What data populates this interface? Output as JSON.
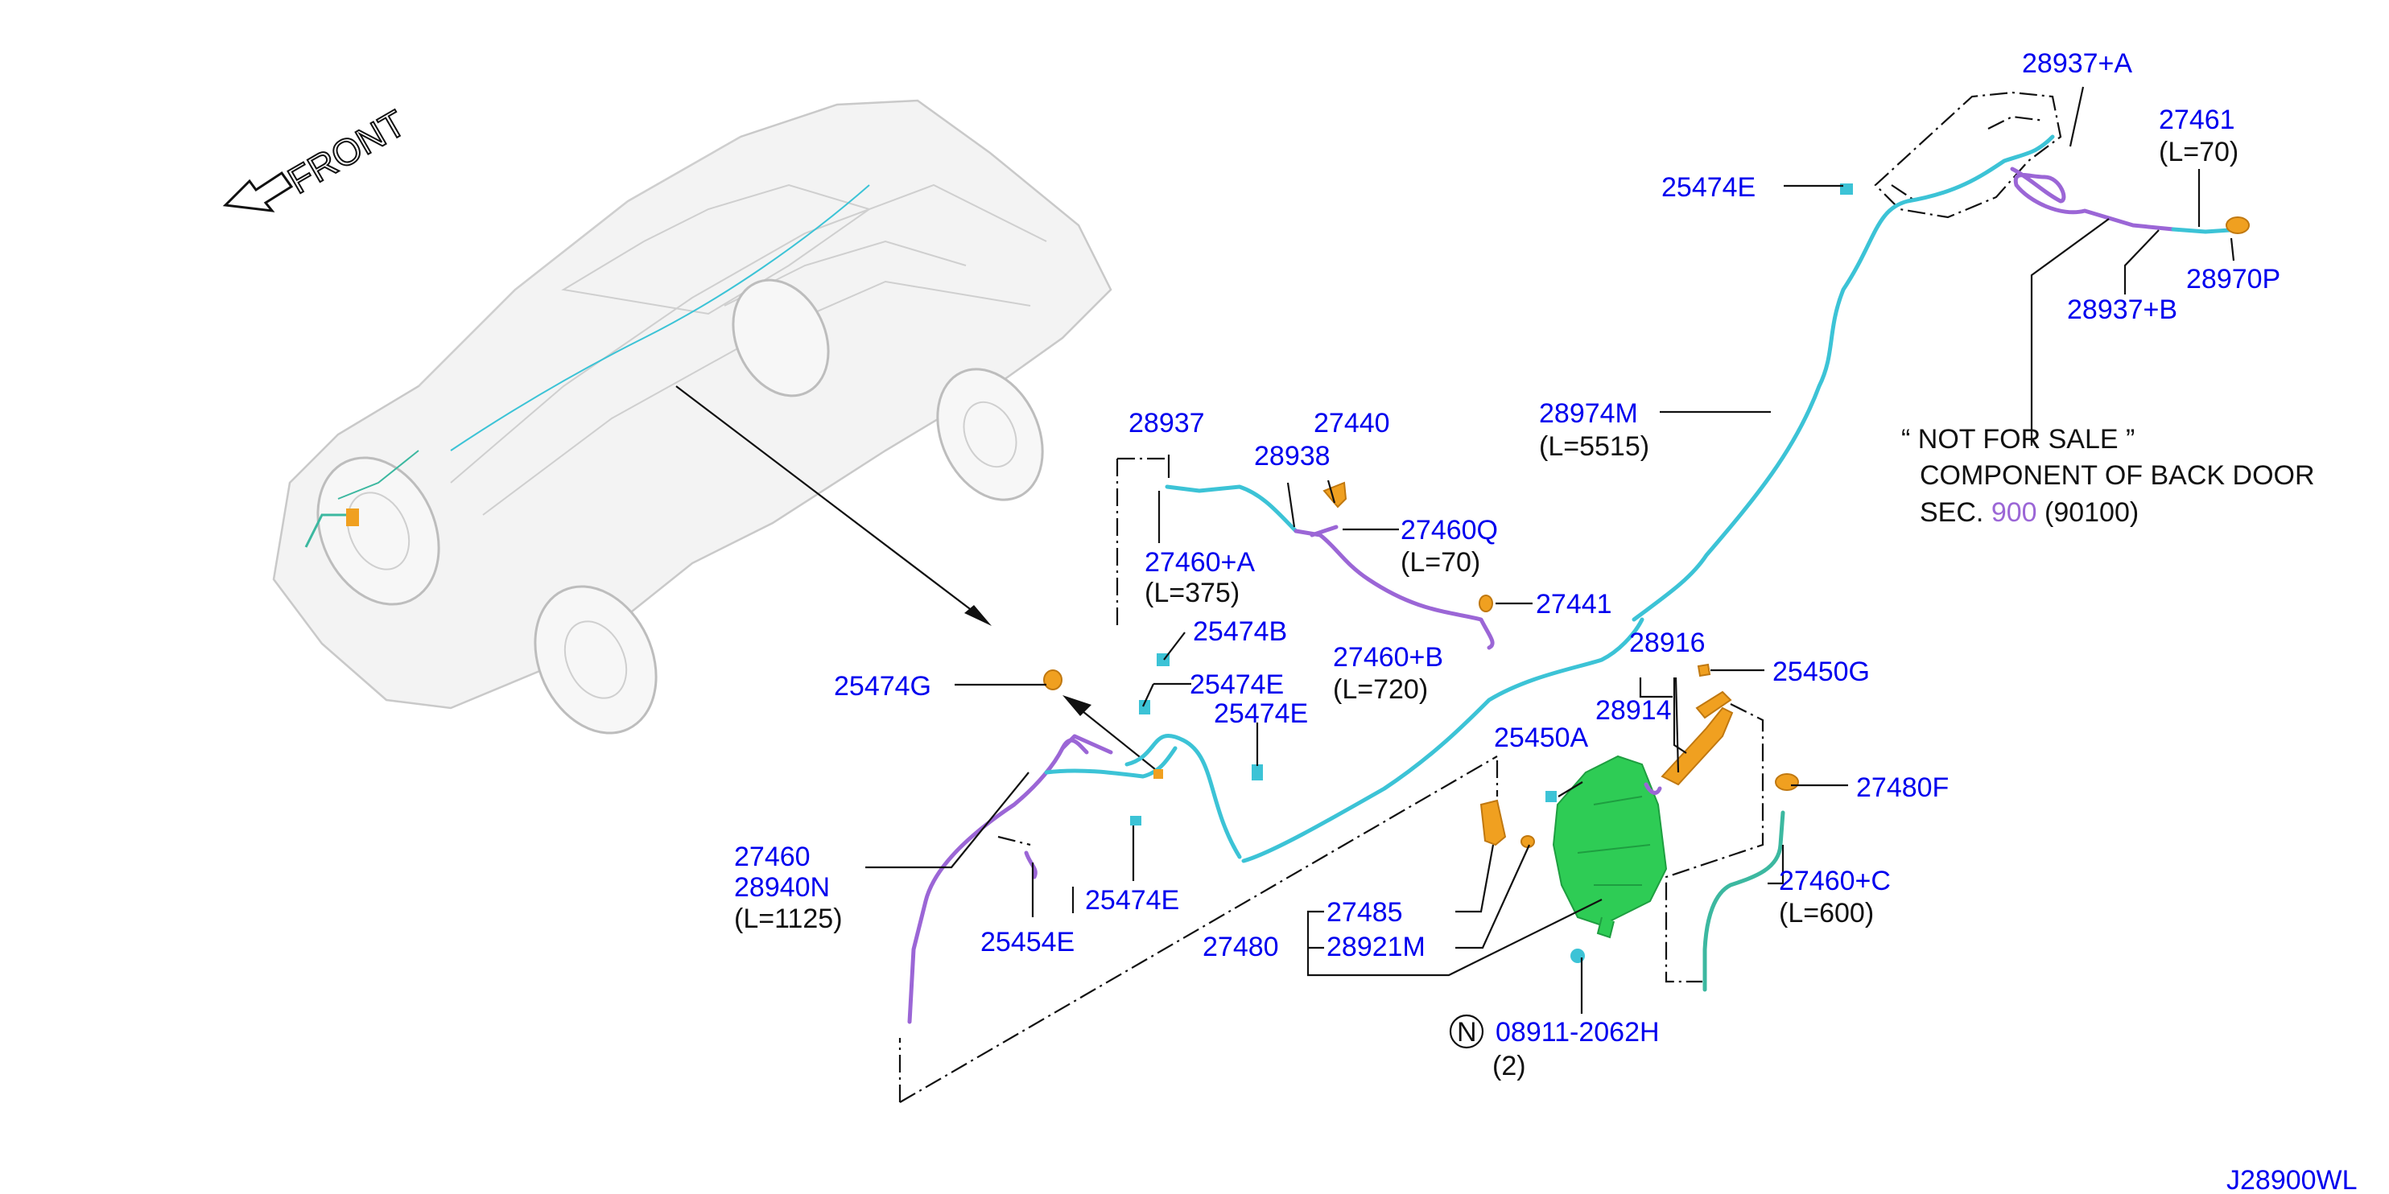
{
  "colors": {
    "part_number": "#0000ee",
    "text": "#111111",
    "hose_cyan": "#3cc3d6",
    "hose_purple": "#9b66d6",
    "tank_green": "#2ecc55",
    "clip_orange": "#f0a020",
    "highlight_sec": "#9b66d6"
  },
  "orientation": {
    "label": "FRONT",
    "icon": "front-arrow-icon"
  },
  "labels": {
    "p28937A": "28937+A",
    "p27461": "27461",
    "p27461_len": "(L=70)",
    "p25474E_top": "25474E",
    "p28970P": "28970P",
    "p28937B": "28937+B",
    "p28974M": "28974M",
    "p28974M_len": "(L=5515)",
    "p28937": "28937",
    "p27440": "27440",
    "p28938": "28938",
    "p27460Q": "27460Q",
    "p27460Q_len": "(L=70)",
    "p27460A": "27460+A",
    "p27460A_len": "(L=375)",
    "p27441": "27441",
    "p25474B": "25474B",
    "p27460B": "27460+B",
    "p27460B_len": "(L=720)",
    "p28916": "28916",
    "p25450G": "25450G",
    "p25474G": "25474G",
    "p25474E_a": "25474E",
    "p25474E_b": "25474E",
    "p28914": "28914",
    "p25450A": "25450A",
    "p27480F": "27480F",
    "p27460": "27460",
    "p28940N": "28940N",
    "p27460_len": "(L=1125)",
    "p25474E_c": "25474E",
    "p27460C": "27460+C",
    "p27460C_len": "(L=600)",
    "p25454E": "25454E",
    "p27485": "27485",
    "p27480": "27480",
    "p28921M": "28921M",
    "n_symbol": "N",
    "p08911": "08911-2062H",
    "p08911_qty": "(2)",
    "diagram_id": "J28900WL"
  },
  "note": {
    "line1": "“ NOT FOR SALE ”",
    "line2": "COMPONENT OF BACK DOOR",
    "sec_prefix": "SEC.",
    "sec_number": "900",
    "sec_suffix": "(90100)"
  }
}
